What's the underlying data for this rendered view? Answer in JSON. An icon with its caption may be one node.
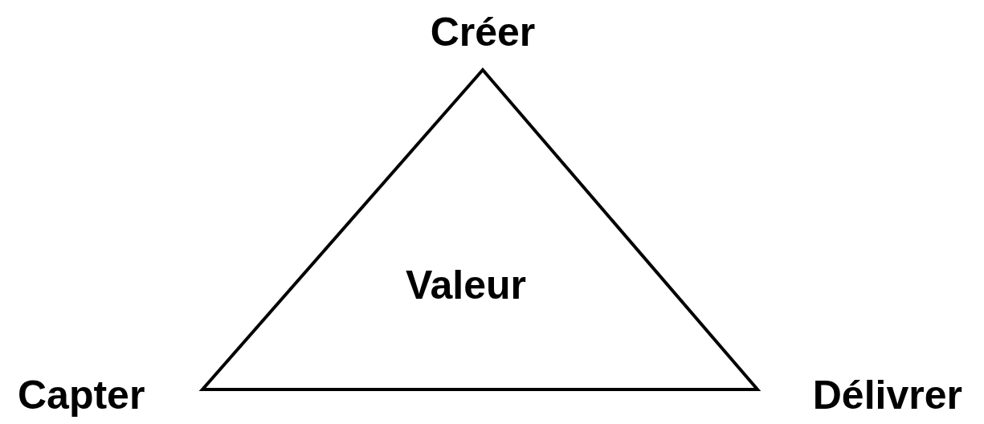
{
  "diagram": {
    "nodes": [
      {
        "text": [
          "Valeur"
        ]
      }
    ],
    "labels": [
      "Créer",
      "Capter",
      "Délivrer"
    ]
  }
}
